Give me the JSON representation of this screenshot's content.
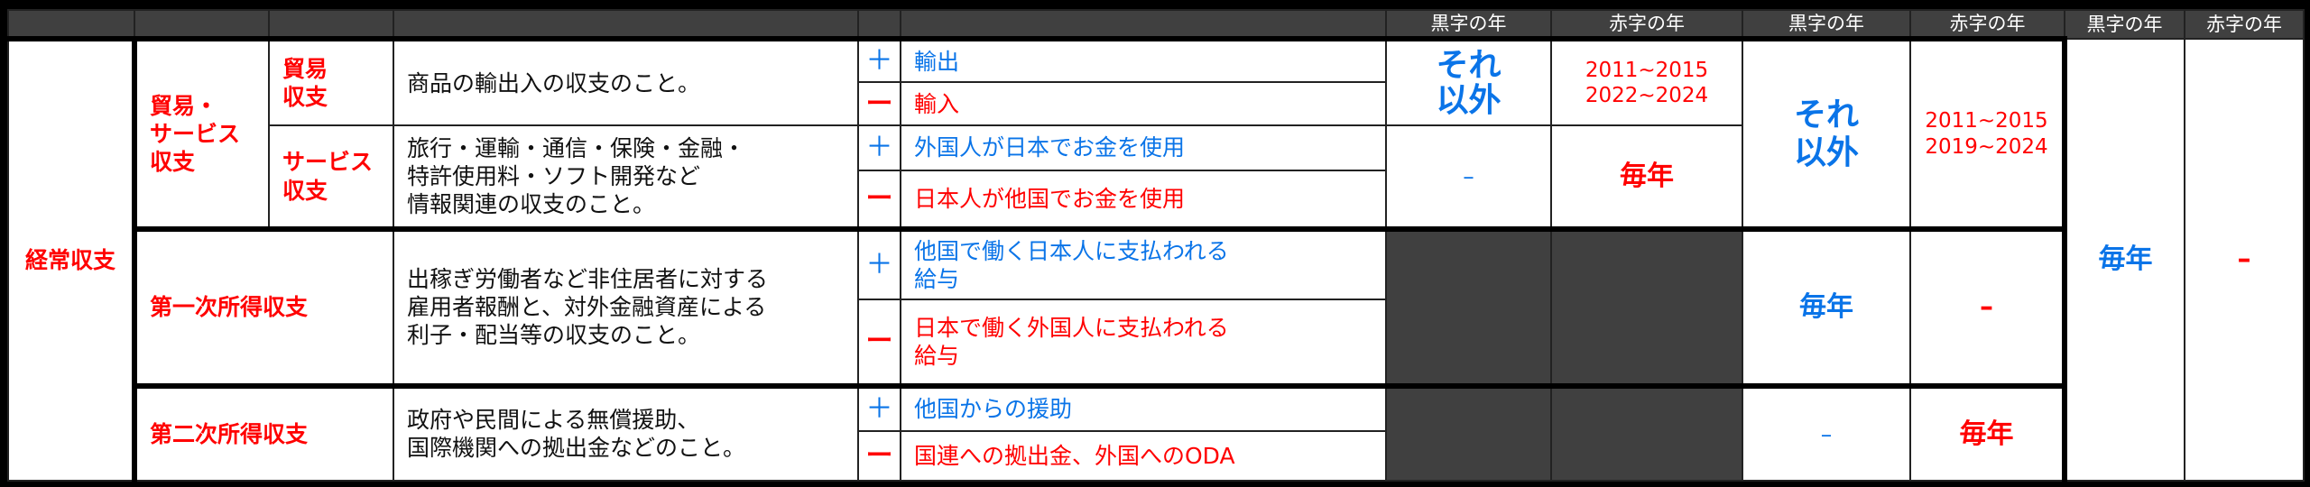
{
  "header": {
    "surplus": "黒字の年",
    "deficit": "赤字の年"
  },
  "current_account": "経常収支",
  "goods_services": "貿易・\nサービス\n収支",
  "rows": {
    "trade": {
      "label": "貿易\n収支",
      "desc": "商品の輸出入の収支のこと。",
      "plus": "輸出",
      "minus": "輸入",
      "surplus": "それ\n以外",
      "deficit": "2011~2015\n2022~2024"
    },
    "services": {
      "label": "サービス\n収支",
      "desc": "旅行・運輸・通信・保険・金融・\n特許使用料・ソフト開発など\n情報関連の収支のこと。",
      "plus": "外国人が日本でお金を使用",
      "minus": "日本人が他国でお金を使用",
      "surplus": "–",
      "deficit": "毎年"
    },
    "gs_total": {
      "surplus": "それ\n以外",
      "deficit": "2011~2015\n2019~2024"
    },
    "primary": {
      "label": "第一次所得収支",
      "desc": "出稼ぎ労働者など非住居者に対する\n雇用者報酬と、対外金融資産による\n利子・配当等の収支のこと。",
      "plus": "他国で働く日本人に支払われる\n給与",
      "minus": "日本で働く外国人に支払われる\n給与",
      "surplus": "毎年",
      "deficit": "–"
    },
    "secondary": {
      "label": "第二次所得収支",
      "desc": "政府や民間による無償援助、\n国際機関への拠出金などのこと。",
      "plus": "他国からの援助",
      "minus": "国連への拠出金、外国へのODA",
      "surplus": "–",
      "deficit": "毎年"
    }
  },
  "total": {
    "surplus": "毎年",
    "deficit": "–"
  },
  "signs": {
    "plus": "＋",
    "minus": "ー"
  }
}
